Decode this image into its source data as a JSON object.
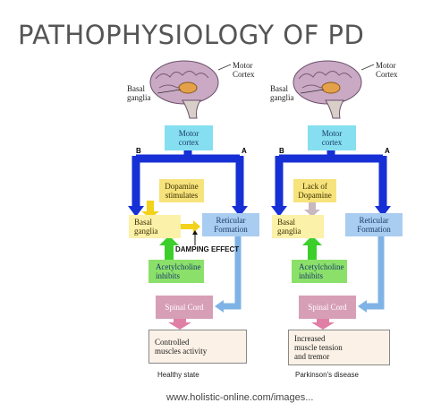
{
  "slide": {
    "title": "PATHOPHYSIOLOGY OF PD",
    "footer": "www.holistic-online.com/images..."
  },
  "healthy": {
    "motor_cortex_label": "Motor\nCortex",
    "basal_ganglia_label": "Basal\nganglia",
    "motor_cortex_box": "Motor\ncortex",
    "label_b": "B",
    "label_a": "A",
    "dopamine_box": "Dopamine\nstimulates",
    "basal_ganglia_box": "Basal\nganglia",
    "reticular_box": "Reticular\nFormation",
    "damping": "DAMPING EFFECT",
    "acetylcholine_box": "Acetylcholine\ninhibits",
    "spinal_cord_box": "Spinal Cord",
    "outcome_box": "Controlled\nmuscles activity",
    "caption": "Healthy state"
  },
  "parkinsons": {
    "motor_cortex_label": "Motor\nCortex",
    "basal_ganglia_label": "Basal\nganglia",
    "motor_cortex_box": "Motor\ncortex",
    "label_b": "B",
    "label_a": "A",
    "dopamine_box": "Lack of\nDopamine",
    "basal_ganglia_box": "Basal\nganglia",
    "reticular_box": "Reticular\nFormation",
    "acetylcholine_box": "Acetylcholine\ninhibits",
    "spinal_cord_box": "Spinal Cord",
    "outcome_box": "Increased\nmuscle tension\nand tremor",
    "caption": "Parkinson's disease"
  },
  "colors": {
    "main_arrow": "#1630d6",
    "light_arrow": "#7fb3e6",
    "green_arrow": "#3ccf2c",
    "pink_arrow": "#e07fa5",
    "yellow_arrow": "#f2d21a"
  }
}
